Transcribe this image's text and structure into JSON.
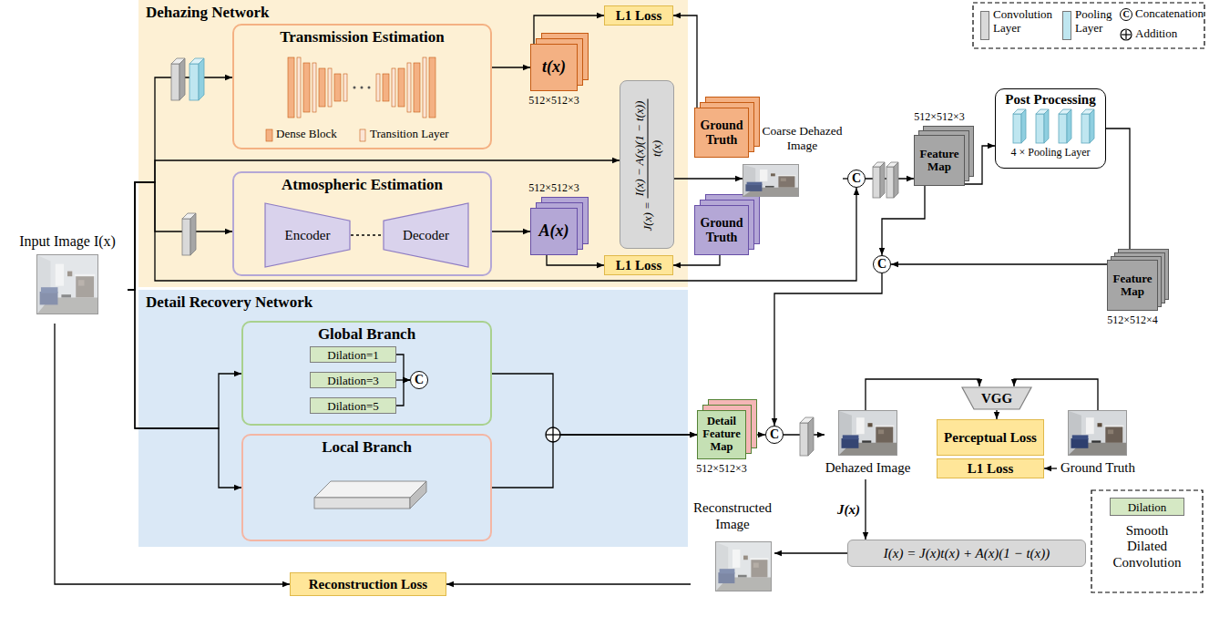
{
  "diagram": {
    "nodes": [
      {
        "text": [
          "Input Image I(x)"
        ]
      },
      {
        "text": [
          "Dehazing Network"
        ]
      },
      {
        "text": [
          "Transmission Estimation",
          "Dense Block",
          "Transition Layer"
        ],
        "in": 1
      },
      {
        "text": [
          "t(x)",
          "512×512×3"
        ],
        "in": 1
      },
      {
        "text": [
          "L1 Loss"
        ],
        "in": 1
      },
      {
        "text": [
          "J(x) =",
          "I(x) − A(x)(1 − t(x))",
          "t(x)"
        ],
        "in": 1
      },
      {
        "text": [
          "Atmospheric Estimation"
        ],
        "in": 1
      },
      {
        "text": [
          "Encoder"
        ],
        "in": 6
      },
      {
        "text": [
          "Decoder"
        ],
        "in": 6
      },
      {
        "text": [
          "A(x)",
          "512×512×3"
        ],
        "in": 1
      },
      {
        "text": [
          "L1 Loss"
        ],
        "in": 1
      },
      {
        "text": [
          "Ground Truth"
        ]
      },
      {
        "text": [
          "Ground Truth"
        ]
      },
      {
        "text": [
          "Coarse Dehazed Image"
        ]
      },
      {
        "text": [
          "C"
        ]
      },
      {
        "text": [
          "Feature Map",
          "512×512×3"
        ]
      },
      {
        "text": [
          "Post Processing",
          "4 × Pooling Layer"
        ]
      },
      {
        "text": [
          "Feature Map",
          "512×512×4"
        ]
      },
      {
        "text": [
          "C"
        ]
      },
      {
        "text": [
          "Detail Recovery Network"
        ]
      },
      {
        "text": [
          "Global Branch"
        ],
        "in": 19
      },
      {
        "text": [
          "Dilation=1"
        ],
        "in": 20
      },
      {
        "text": [
          "Dilation=3"
        ],
        "in": 20
      },
      {
        "text": [
          "Dilation=5"
        ],
        "in": 20
      },
      {
        "text": [
          "C"
        ],
        "in": 20
      },
      {
        "text": [
          "Local Branch"
        ],
        "in": 19
      },
      {
        "text": [
          "Detail Feature Map",
          "512×512×3"
        ]
      },
      {
        "text": [
          "C"
        ]
      },
      {
        "text": [
          "Dehazed Image"
        ]
      },
      {
        "text": [
          "VGG"
        ]
      },
      {
        "text": [
          "Perceptual Loss"
        ]
      },
      {
        "text": [
          "L1 Loss"
        ]
      },
      {
        "text": [
          "Ground Truth"
        ]
      },
      {
        "text": [
          "I(x) = J(x)t(x) + A(x)(1 − t(x))"
        ]
      },
      {
        "text": [
          "Reconstructed Image"
        ]
      },
      {
        "text": [
          "Reconstruction Loss"
        ]
      }
    ],
    "edges": [
      {
        "from": 0,
        "to": 2,
        "arrow": "to"
      },
      {
        "from": 0,
        "to": 5,
        "arrow": "to"
      },
      {
        "from": 0,
        "to": 6,
        "arrow": "to"
      },
      {
        "from": 0,
        "to": 14,
        "arrow": "to"
      },
      {
        "from": 0,
        "to": 20,
        "arrow": "to"
      },
      {
        "from": 0,
        "to": 25,
        "arrow": "to"
      },
      {
        "from": 0,
        "to": 35,
        "arrow": "to"
      },
      {
        "from": 2,
        "to": 3,
        "arrow": "to"
      },
      {
        "from": 3,
        "to": 4,
        "arrow": "to"
      },
      {
        "from": 11,
        "to": 4,
        "arrow": "to"
      },
      {
        "from": 6,
        "to": 9,
        "arrow": "to"
      },
      {
        "from": 9,
        "to": 10,
        "arrow": "to"
      },
      {
        "from": 12,
        "to": 10,
        "arrow": "to"
      },
      {
        "from": 5,
        "to": 13,
        "arrow": "to"
      },
      {
        "from": 13,
        "to": 14,
        "arrow": "none"
      },
      {
        "from": 14,
        "to": 15,
        "arrow": "to"
      },
      {
        "from": 15,
        "to": 16,
        "arrow": "to"
      },
      {
        "from": 16,
        "to": 17,
        "arrow": "to"
      },
      {
        "from": 17,
        "to": 18,
        "arrow": "to"
      },
      {
        "from": 15,
        "to": 18,
        "arrow": "to"
      },
      {
        "from": 18,
        "to": 27,
        "arrow": "to"
      },
      {
        "from": 21,
        "to": 24,
        "arrow": "to"
      },
      {
        "from": 22,
        "to": 24,
        "arrow": "to"
      },
      {
        "from": 23,
        "to": 24,
        "arrow": "to"
      },
      {
        "from": 20,
        "to": 26,
        "arrow": "to"
      },
      {
        "from": 25,
        "to": 26,
        "arrow": "to"
      },
      {
        "from": 26,
        "to": 27,
        "arrow": "to"
      },
      {
        "from": 27,
        "to": 28,
        "arrow": "to"
      },
      {
        "from": 28,
        "to": 29,
        "arrow": "to"
      },
      {
        "from": 32,
        "to": 29,
        "arrow": "to"
      },
      {
        "from": 29,
        "to": 30,
        "arrow": "to"
      },
      {
        "from": 32,
        "to": 31,
        "arrow": "to"
      },
      {
        "from": 28,
        "to": 33,
        "arrow": "to",
        "label": "J(x)"
      },
      {
        "from": 33,
        "to": 34,
        "arrow": "to"
      },
      {
        "from": 34,
        "to": 35,
        "arrow": "to"
      },
      {
        "from": 7,
        "to": 8,
        "arrow": "none"
      }
    ],
    "labels": [
      "C",
      "Dilation"
    ],
    "legend": [
      {
        "text": "Convolution Layer",
        "color": "#d9d9d9"
      },
      {
        "text": "Pooling Layer",
        "color": "#bfe6f0"
      },
      {
        "text": "Concatenation"
      },
      {
        "text": "Addition"
      },
      {
        "text": "Smooth Dilated Convolution",
        "color": "#d5e8c4"
      }
    ]
  }
}
